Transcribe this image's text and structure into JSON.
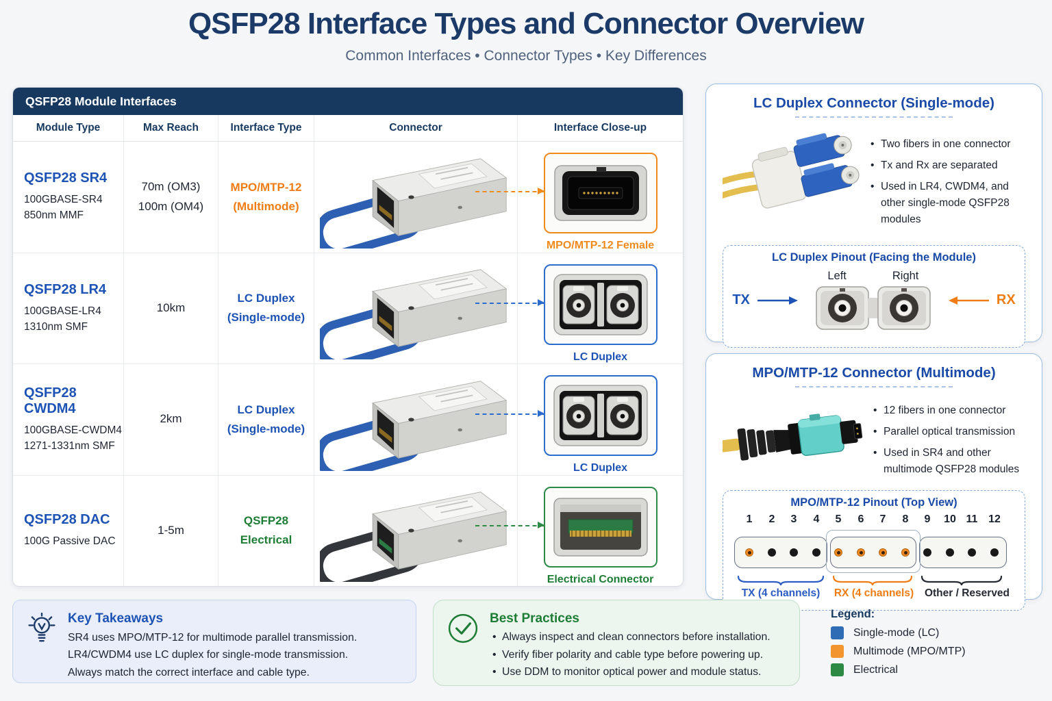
{
  "page": {
    "title": "QSFP28 Interface Types and Connector Overview",
    "subtitle": "Common Interfaces • Connector Types • Key Differences"
  },
  "table": {
    "title": "QSFP28 Module Interfaces",
    "columns": [
      "Module Type",
      "Max Reach",
      "Interface Type",
      "Connector",
      "Interface Close-up"
    ],
    "rows": [
      {
        "name": "QSFP28 SR4",
        "sub1": "100GBASE-SR4",
        "sub2": "850nm MMF",
        "reach1": "70m (OM3)",
        "reach2": "100m (OM4)",
        "iface1": "MPO/MTP-12",
        "iface2": "(Multimode)",
        "iface_color": "#ef7d14",
        "closeup": "MPO/MTP-12 Female",
        "accent": "#ef8a1d",
        "handle_color": "#2d5fb2",
        "mouth_color": "#8a6a22"
      },
      {
        "name": "QSFP28 LR4",
        "sub1": "100GBASE-LR4",
        "sub2": "1310nm SMF",
        "reach1": "10km",
        "reach2": "",
        "iface1": "LC Duplex",
        "iface2": "(Single-mode)",
        "iface_color": "#1d53b5",
        "closeup": "LC Duplex",
        "accent": "#2b6ccc",
        "handle_color": "#2d5fb2",
        "mouth_color": "#8a6a22"
      },
      {
        "name": "QSFP28 CWDM4",
        "sub1": "100GBASE-CWDM4",
        "sub2": "1271-1331nm SMF",
        "reach1": "2km",
        "reach2": "",
        "iface1": "LC Duplex",
        "iface2": "(Single-mode)",
        "iface_color": "#1d53b5",
        "closeup": "LC Duplex",
        "accent": "#2b6ccc",
        "handle_color": "#2d5fb2",
        "mouth_color": "#8a6a22"
      },
      {
        "name": "QSFP28 DAC",
        "sub1": "100G Passive DAC",
        "sub2": "",
        "reach1": "1-5m",
        "reach2": "",
        "iface1": "QSFP28",
        "iface2": "Electrical",
        "iface_color": "#1e7d35",
        "closeup": "Electrical Connector",
        "accent": "#2c8a46",
        "handle_color": "#33363b",
        "mouth_color": "#2c7a44"
      }
    ]
  },
  "lc_panel": {
    "title": "LC Duplex Connector (Single-mode)",
    "bullets": [
      "Two fibers in one connector",
      "Tx and Rx are separated",
      "Used in LR4, CWDM4, and other single-mode QSFP28 modules"
    ],
    "pinout": {
      "title": "LC Duplex Pinout (Facing the Module)",
      "left_label": "Left",
      "right_label": "Right",
      "tx_label": "TX",
      "rx_label": "RX",
      "tx_color": "#1d53b5",
      "rx_color": "#ef7d14"
    }
  },
  "mpo_panel": {
    "title": "MPO/MTP-12 Connector (Multimode)",
    "bullets": [
      "12 fibers in one connector",
      "Parallel optical transmission",
      "Used in SR4 and other multimode QSFP28 modules"
    ],
    "pinout": {
      "title": "MPO/MTP-12 Pinout (Top View)",
      "pins": [
        {
          "label": "1",
          "style": "ring"
        },
        {
          "label": "2",
          "style": "dot"
        },
        {
          "label": "3",
          "style": "dot"
        },
        {
          "label": "4",
          "style": "dot"
        },
        {
          "label": "5",
          "style": "ring"
        },
        {
          "label": "6",
          "style": "ring"
        },
        {
          "label": "7",
          "style": "ring"
        },
        {
          "label": "8",
          "style": "ring"
        },
        {
          "label": "9",
          "style": "dot"
        },
        {
          "label": "10",
          "style": "dot"
        },
        {
          "label": "11",
          "style": "dot"
        },
        {
          "label": "12",
          "style": "dot"
        }
      ],
      "groups": [
        {
          "label": "TX (4 channels)",
          "color": "#2b5cc4"
        },
        {
          "label": "RX (4 channels)",
          "color": "#ef7d14"
        },
        {
          "label": "Other / Reserved",
          "color": "#262b33"
        }
      ]
    }
  },
  "takeaways": {
    "title": "Key Takeaways",
    "lines": [
      "SR4 uses MPO/MTP-12 for multimode parallel transmission.",
      "LR4/CWDM4 use LC duplex for single-mode transmission.",
      "Always match the correct interface and cable type."
    ]
  },
  "practices": {
    "title": "Best Practices",
    "bullets": [
      "Always inspect and clean connectors before installation.",
      "Verify fiber polarity and cable type before powering up.",
      "Use DDM to monitor optical power and module status."
    ]
  },
  "legend": {
    "title": "Legend:",
    "items": [
      {
        "label": "Single-mode (LC)",
        "color": "#2e6db6"
      },
      {
        "label": "Multimode (MPO/MTP)",
        "color": "#f2952e"
      },
      {
        "label": "Electrical",
        "color": "#2c8a44"
      }
    ]
  }
}
